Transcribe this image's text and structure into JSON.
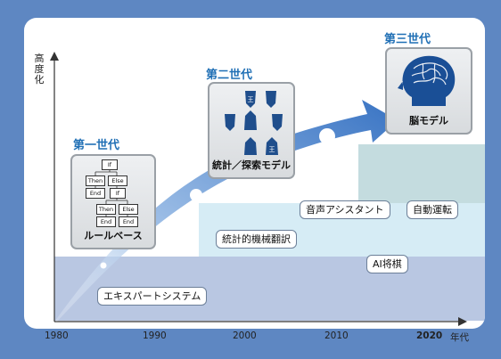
{
  "axis": {
    "y_label": [
      "高",
      "度",
      "化"
    ],
    "x_ticks": [
      "1980",
      "1990",
      "2000",
      "2010",
      "2020"
    ],
    "x_unit": "年代"
  },
  "generations": {
    "first": {
      "title": "第一世代",
      "caption": "ルールベース"
    },
    "second": {
      "title": "第二世代",
      "caption": "統計／探索モデル"
    },
    "third": {
      "title": "第三世代",
      "caption": "脳モデル"
    }
  },
  "flowchart": {
    "if": "If",
    "then": "Then",
    "else": "Else",
    "end": "End"
  },
  "shogi_piece_glyph": "王",
  "applications": {
    "expert_system": "エキスパートシステム",
    "machine_translation": "統計的機械翻訳",
    "voice_assistant": "音声アシスタント",
    "autonomous_driving": "自動運転",
    "ai_shogi": "AI将棋"
  },
  "colors": {
    "frame": "#5e87c2",
    "title": "#1f6fb5",
    "band_low": "#b9c7e2",
    "band_mid": "#d6ecf5",
    "band_high": "#c4dcdf",
    "arrow": "#3f7fd0",
    "piece": "#1f4e8c"
  },
  "icons": [
    "brain-head-icon",
    "shogi-piece-icon",
    "flowchart-icon",
    "arrow-icon"
  ]
}
